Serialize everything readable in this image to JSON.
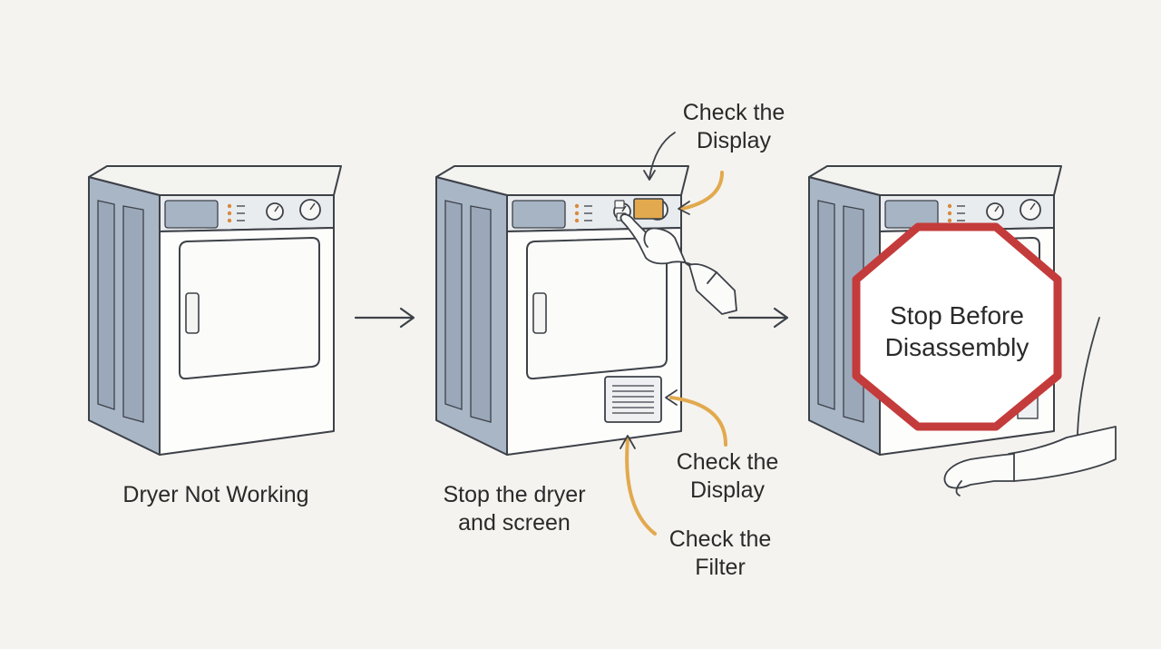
{
  "colors": {
    "background": "#f4f3ef",
    "dryer_body": "#fdfdfb",
    "dryer_side": "#a9b6c6",
    "outline": "#3d4148",
    "highlight": "#e2a94e",
    "stop_sign": "#c43b3b"
  },
  "steps": [
    {
      "label": "Dryer Not Working"
    },
    {
      "label_lines": [
        "Stop the dryer",
        "and screen"
      ]
    },
    {
      "label_lines": [
        "Stop Before",
        "Disassembly"
      ]
    }
  ],
  "callouts": {
    "display_top": [
      "Check the",
      "Display"
    ],
    "display_bottom": [
      "Check the",
      "Display"
    ],
    "filter": [
      "Check the",
      "Filter"
    ]
  },
  "icons": [
    "dryer-icon",
    "arrow-right-icon",
    "hand-icon",
    "stop-sign-icon"
  ]
}
